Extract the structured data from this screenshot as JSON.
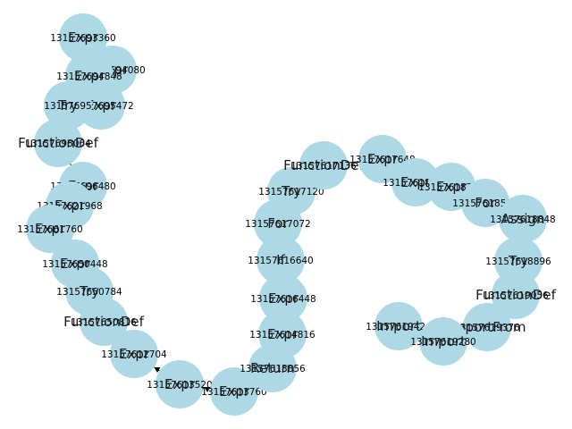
{
  "colors": {
    "node_fill": "#add8e6",
    "text": "#000000",
    "edge": "#000000"
  },
  "nodes": [
    {
      "key": "n1",
      "type": "Expr",
      "id": "13157693360"
    },
    {
      "key": "n2",
      "type": "Expr",
      "id": "13157694080"
    },
    {
      "key": "n3",
      "type": "Expr",
      "id": "13157694848"
    },
    {
      "key": "n4",
      "type": "Expr",
      "id": "13157695472"
    },
    {
      "key": "n5",
      "type": "Try",
      "id": "13157695"
    },
    {
      "key": "n6",
      "type": "FunctionDef",
      "id": "13157698064"
    },
    {
      "key": "n7",
      "type": "Expr",
      "id": "13157696480"
    },
    {
      "key": "n8",
      "type": "Expr",
      "id": "13157621968"
    },
    {
      "key": "n9",
      "type": "Expr",
      "id": "13157661760"
    },
    {
      "key": "n10",
      "type": "Expr",
      "id": "13157650448"
    },
    {
      "key": "n11",
      "type": "Try",
      "id": "13157650784"
    },
    {
      "key": "n12",
      "type": "FunctionDef",
      "id": "13157650816"
    },
    {
      "key": "n13",
      "type": "Expr",
      "id": "13157612704"
    },
    {
      "key": "n14",
      "type": "Expr",
      "id": "13157613520"
    },
    {
      "key": "n15",
      "type": "Expr",
      "id": "13157613760"
    },
    {
      "key": "n16",
      "type": "Return",
      "id": "13157613856"
    },
    {
      "key": "n17",
      "type": "Expr",
      "id": "13157614816"
    },
    {
      "key": "n18",
      "type": "Expr",
      "id": "13157616448"
    },
    {
      "key": "n19",
      "type": "If",
      "id": "13157616640"
    },
    {
      "key": "n20",
      "type": "For",
      "id": "13157617072"
    },
    {
      "key": "n21",
      "type": "Try",
      "id": "13157617120"
    },
    {
      "key": "n22",
      "type": "FunctionDef",
      "id": "13157617136"
    },
    {
      "key": "n23",
      "type": "Expr",
      "id": "13157617648"
    },
    {
      "key": "n24",
      "type": "Expr",
      "id": "13157618464"
    },
    {
      "key": "n25",
      "type": "Expr",
      "id": "13157618368"
    },
    {
      "key": "n26",
      "type": "For",
      "id": "13157618560"
    },
    {
      "key": "n27",
      "type": "Assign",
      "id": "13157618848"
    },
    {
      "key": "n28",
      "type": "Try",
      "id": "13157618896"
    },
    {
      "key": "n29",
      "type": "FunctionDef",
      "id": "13157619056"
    },
    {
      "key": "n30",
      "type": "ImportFrom",
      "id": "13157619376"
    },
    {
      "key": "n31",
      "type": "Import",
      "id": "13157619424"
    },
    {
      "key": "n32",
      "type": "Import",
      "id": "13157619280"
    }
  ]
}
